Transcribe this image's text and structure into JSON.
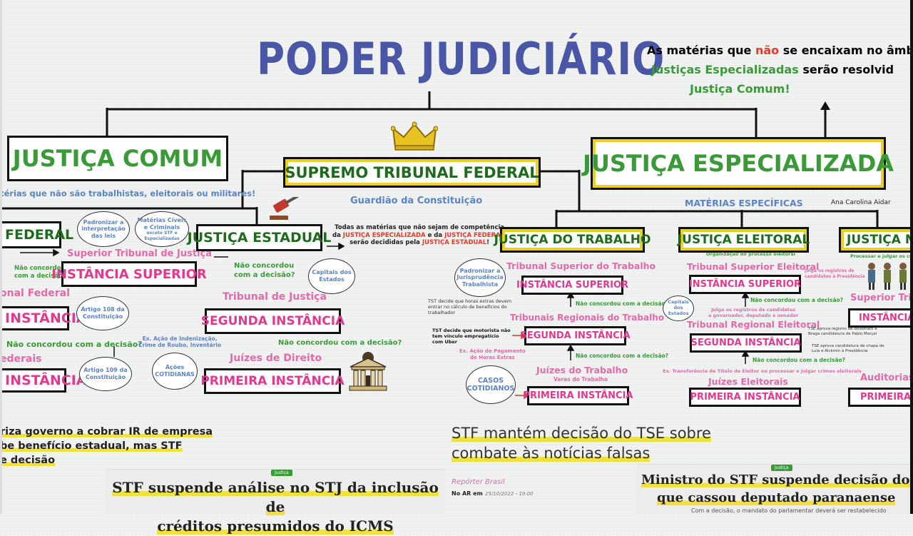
{
  "title": "PODER JUDICIÁRIO",
  "top_note": {
    "line1_a": "As matérias que ",
    "line1_b": "não",
    "line1_c": " se encaixam no âmbi",
    "line2_a": "Justiças Especializadas",
    "line2_b": " serão resolvid",
    "line3": "Justiça Comum!"
  },
  "author": "Ana Carolina Aidar",
  "comum": {
    "label": "JUSTIÇA COMUM",
    "subtitle": "térias que não são trabalhistas, eleitorais ou militares!"
  },
  "stf": {
    "label": "SUPREMO TRIBUNAL FEDERAL",
    "subtitle": "Guardião da Constituição",
    "note_a": "Todas as matérias que não sejam de competência",
    "note_b1": "da ",
    "note_b2": "JUSTIÇA ESPECIALIZADA",
    "note_b3": " e da ",
    "note_b4": "JUSTIÇA FEDERAL",
    "note_b5": ",",
    "note_c1": "serão decididas pela ",
    "note_c2": "JUSTIÇA ESTADUAL",
    "note_c3": "!"
  },
  "especializada": {
    "label": "JUSTIÇA ESPECIALIZADA",
    "subtitle": "MATÉRIAS ESPECÍFICAS"
  },
  "federal": {
    "label": "FEDERAL",
    "court1": "onal Federal",
    "inst1": "INSTÂNCIA",
    "ask1": "Não concordou com a decisão?",
    "court2": "ederais",
    "inst2": "INSTÂNCIA",
    "ask_top_a": "Não concordou",
    "ask_top_b": "com a decisão?"
  },
  "stj": {
    "court": "Superior Tribunal de Justiça",
    "inst": "INSTÂNCIA SUPERIOR",
    "bubble_uniform": "Padronizar a interpretação das leis",
    "bubble_matters": "Matérias Cíveis e Criminais",
    "bubble_matters_sub": "exceto STF e Especializadas",
    "art105": "Artigo 108 da Constituição",
    "art109": "Artigo 109 da Constituição",
    "acoes": "Ações COTIDIANAS"
  },
  "estadual": {
    "label": "JUSTIÇA ESTADUAL",
    "ask1_a": "Não concordou",
    "ask1_b": "com a decisão?",
    "capitais": "Capitais dos Estados",
    "court2": "Tribunal de Justiça",
    "inst2": "SEGUNDA INSTÂNCIA",
    "ask2": "Não concordou com a decisão?",
    "court1": "Juízes de Direito",
    "inst1": "PRIMEIRA INSTÂNCIA",
    "examples_a": "Ex. Ação de Indenização,",
    "examples_b": "Crime de Roubo, Inventário"
  },
  "trabalho": {
    "label": "JUSTIÇA DO TRABALHO",
    "bubble": "Padronizar a Jurisprudência Trabalhista",
    "court3": "Tribunal Superior do Trabalho",
    "inst3": "INSTÂNCIA SUPERIOR",
    "ask3": "Não concordou com a decisão?",
    "court2": "Tribunais Regionais do Trabalho",
    "inst2": "SEGUNDA INSTÂNCIA",
    "ask2": "Não concordou com a decisão?",
    "court1": "Juízes do Trabalho",
    "court1_sub": "Varas do Trabalho",
    "inst1": "PRIMEIRA INSTÂNCIA",
    "casos": "CASOS COTIDIANOS",
    "ex_a": "Ex. Ação de Pagamento",
    "ex_b": "de Horas Extras",
    "clip1": "TST decide que horas extras devem entrar no cálculo de benefícios do trabalhador",
    "clip2": "TST decide que motorista não tem vínculo empregatício com Uber"
  },
  "eleitoral": {
    "label": "JUSTIÇA ELEITORAL",
    "org": "Organização do processo eleitoral",
    "court3": "Tribunal Superior Eleitoral",
    "inst3": "INSTÂNCIA SUPERIOR",
    "ask3": "Não concordou com a decisão?",
    "capitais": "Capitais dos Estados",
    "registros_a": "Julga os registros de candidatos",
    "registros_b": "a governador, deputado e senador",
    "court2": "Tribunal Regional Eleitoral",
    "inst2": "SEGUNDA INSTÂNCIA",
    "ask2": "Não concordou com a decisão?",
    "ex": "Ex. Transferência de Título de Eleitor ou processar e julgar crimes eleitorais",
    "court1": "Juízes Eleitorais",
    "inst1": "PRIMEIRA INSTÂNCIA",
    "presid_a": "Julga os registros de",
    "presid_b": "candidatos à Presidência"
  },
  "militar": {
    "label": "JUSTIÇA MI",
    "note": "Processar e julgar os crim",
    "court3": "Superior Tribu",
    "inst3": "INSTÂNCIA S",
    "court1": "Auditorias",
    "inst1": "PRIMEIRA IN",
    "clip1": "TSE aprova registro de Bolsonaro e Braga candidatura de Pablo Marçal",
    "clip2": "TSE aprova candidatura de chapa de Lula e Alckmin à Presidência"
  },
  "news": {
    "left_a": "riza governo a cobrar IR de empresa",
    "left_b": "be benefício estadual, mas STF",
    "left_c": "e decisão",
    "bottom_left_tag": "Justiça",
    "bottom_left_a": "STF suspende análise no STJ da inclusão de",
    "bottom_left_b": "créditos presumidos do ICMS",
    "mid_a": "STF mantém decisão do TSE sobre",
    "mid_b": "combate às notícias falsas",
    "reporter": "Repórter Brasil",
    "onair": "No AR em",
    "date": "25/10/2022 - 19:00",
    "right_tag": "Justiça",
    "right_a": "Ministro do STF suspende decisão do TS",
    "right_b": "que cassou deputado paranaense",
    "right_c": "Com a decisão, o mandato do parlamentar deverá ser restabelecido"
  }
}
